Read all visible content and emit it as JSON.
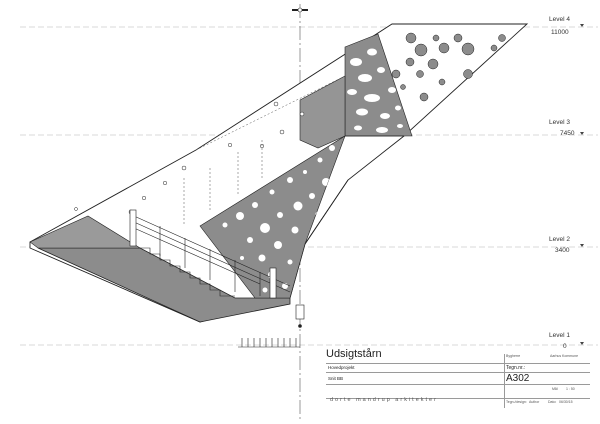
{
  "levels": [
    {
      "name": "Level 4",
      "value": "11000"
    },
    {
      "name": "Level 3",
      "value": "7450"
    },
    {
      "name": "Level 2",
      "value": "3400"
    },
    {
      "name": "Level 1",
      "value": "0"
    }
  ],
  "title_block": {
    "project_title": "Udsigtstårn",
    "phase": "Hovedprojekt",
    "section_name": "Snit BB",
    "client_label": "Bygherre",
    "client_value": "Aarhus Kommune",
    "drawing_no_label": "Tegn.nr.:",
    "drawing_no": "A302",
    "scale_label": "Mål",
    "scale_value": "1 : 50",
    "drawn_by_label": "Tegn./design:",
    "drawn_by_value": "Author",
    "date_label": "Dato:",
    "date_value": "06/30/15"
  },
  "firm_name": "dorte mandrup arkitekter",
  "colors": {
    "fill_grey": "#8c8c8c",
    "fill_dark": "#6e6e6e",
    "line": "#222222",
    "grid_line": "#b5b5b5"
  }
}
